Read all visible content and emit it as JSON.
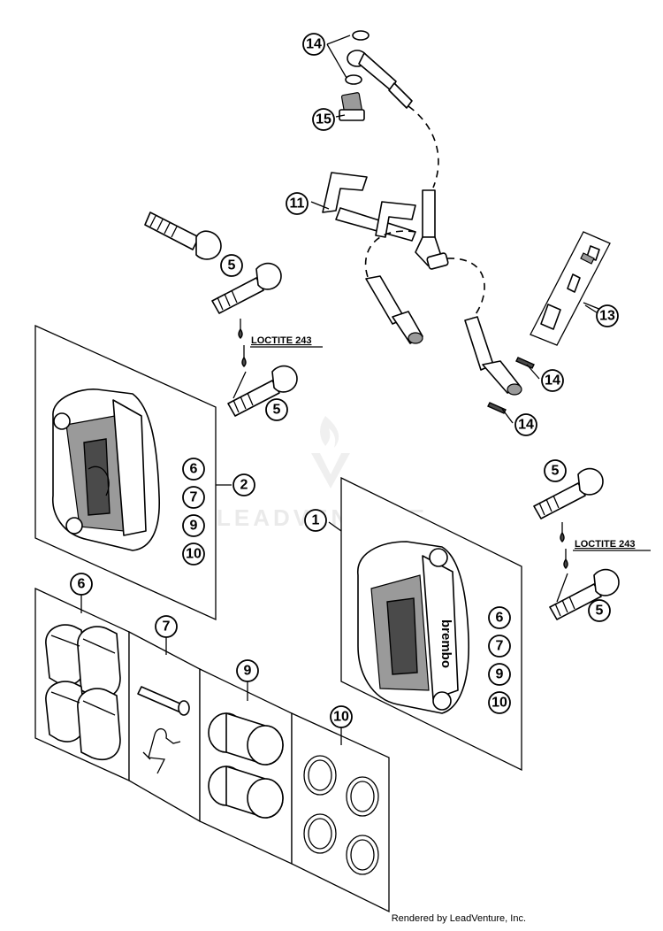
{
  "callouts": {
    "c14a": "14",
    "c15": "15",
    "c11": "11",
    "c5a": "5",
    "c13": "13",
    "c14b": "14",
    "c14c": "14",
    "c5b": "5",
    "c2": "2",
    "c6a": "6",
    "c7a": "7",
    "c9a": "9",
    "c10a": "10",
    "c1": "1",
    "c5c": "5",
    "c5d": "5",
    "c6b": "6",
    "c7b": "7",
    "c9b": "9",
    "c10b": "10",
    "c6c": "6",
    "c7c": "7",
    "c9c": "9",
    "c10c": "10"
  },
  "notes": {
    "loctite_left": "LOCTITE 243",
    "loctite_right": "LOCTITE 243"
  },
  "caliper_brand": "brembo",
  "watermark": "LEADVENTURE",
  "footer": {
    "credit": "Rendered by LeadVenture, Inc."
  }
}
